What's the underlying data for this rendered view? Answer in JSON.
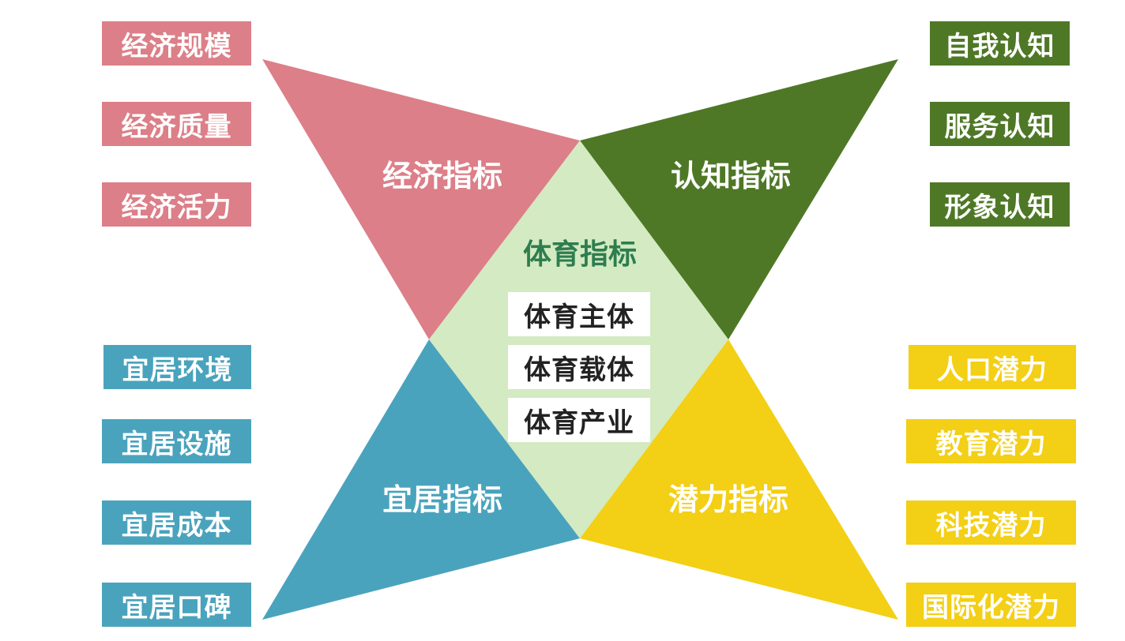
{
  "colors": {
    "economy": "#dc7f88",
    "cognition": "#4e7826",
    "livability": "#4aa3bd",
    "potential": "#f3cf15",
    "center": "#d3eac2",
    "center_title": "#2e7d4f",
    "center_box_text": "#222222",
    "white": "#ffffff"
  },
  "center": {
    "title": "体育指标",
    "items": [
      "体育主体",
      "体育载体",
      "体育产业"
    ]
  },
  "economy": {
    "label": "经济指标",
    "items": [
      "经济规模",
      "经济质量",
      "经济活力"
    ]
  },
  "cognition": {
    "label": "认知指标",
    "items": [
      "自我认知",
      "服务认知",
      "形象认知"
    ]
  },
  "livability": {
    "label": "宜居指标",
    "items": [
      "宜居环境",
      "宜居设施",
      "宜居成本",
      "宜居口碑"
    ]
  },
  "potential": {
    "label": "潜力指标",
    "items": [
      "人口潜力",
      "教育潜力",
      "科技潜力",
      "国际化潜力"
    ]
  }
}
